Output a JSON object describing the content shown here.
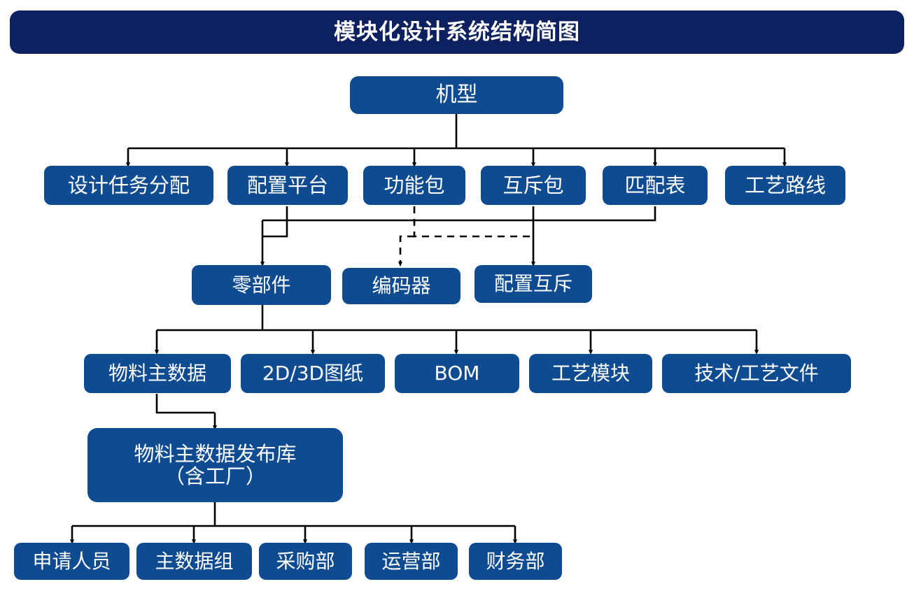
{
  "header": {
    "title": "模块化设计系统结构简图",
    "bar_color": "#0d2060",
    "text_color": "#ffffff"
  },
  "theme": {
    "node_fill": "#0e4b91",
    "node_text": "#ffffff",
    "edge_color": "#000000",
    "background": "#ffffff"
  },
  "diagram": {
    "type": "hierarchy-tree",
    "root": {
      "id": "jixing",
      "label": "机型"
    },
    "levels": [
      {
        "name": "level-1",
        "nodes": [
          {
            "id": "sheji-renwu-fenpei",
            "label": "设计任务分配"
          },
          {
            "id": "peizhi-pingtai",
            "label": "配置平台"
          },
          {
            "id": "gongneng-bao",
            "label": "功能包"
          },
          {
            "id": "huchi-bao",
            "label": "互斥包"
          },
          {
            "id": "pipei-biao",
            "label": "匹配表"
          },
          {
            "id": "gongyi-luxian",
            "label": "工艺路线"
          }
        ]
      },
      {
        "name": "level-2",
        "nodes": [
          {
            "id": "lingbujian",
            "label": "零部件"
          },
          {
            "id": "bianmaqi",
            "label": "编码器"
          },
          {
            "id": "peizhi-huchi",
            "label": "配置互斥"
          }
        ]
      },
      {
        "name": "level-3",
        "nodes": [
          {
            "id": "wuliao-zhu-shuju",
            "label": "物料主数据"
          },
          {
            "id": "tuzhi-2d3d",
            "label": "2D/3D图纸"
          },
          {
            "id": "bom",
            "label": "BOM"
          },
          {
            "id": "gongyi-mokuai",
            "label": "工艺模块"
          },
          {
            "id": "jishu-gongyi-wenjian",
            "label": "技术/工艺文件"
          }
        ]
      },
      {
        "name": "level-4",
        "nodes": [
          {
            "id": "wuliao-fabu-ku",
            "label": "物料主数据发布库\n（含工厂）"
          }
        ]
      },
      {
        "name": "level-5",
        "nodes": [
          {
            "id": "shenqing-renyuan",
            "label": "申请人员"
          },
          {
            "id": "zhu-shuju-zu",
            "label": "主数据组"
          },
          {
            "id": "caigou-bu",
            "label": "采购部"
          },
          {
            "id": "yunying-bu",
            "label": "运营部"
          },
          {
            "id": "caiwu-bu",
            "label": "财务部"
          }
        ]
      }
    ],
    "edges": [
      {
        "from": "jixing",
        "to": "sheji-renwu-fenpei",
        "style": "solid"
      },
      {
        "from": "jixing",
        "to": "peizhi-pingtai",
        "style": "solid"
      },
      {
        "from": "jixing",
        "to": "gongneng-bao",
        "style": "solid"
      },
      {
        "from": "jixing",
        "to": "huchi-bao",
        "style": "solid"
      },
      {
        "from": "jixing",
        "to": "pipei-biao",
        "style": "solid"
      },
      {
        "from": "jixing",
        "to": "gongyi-luxian",
        "style": "solid"
      },
      {
        "from": "peizhi-pingtai",
        "to": "lingbujian",
        "style": "solid"
      },
      {
        "from": "gongneng-bao",
        "to": "bianmaqi",
        "style": "dashed"
      },
      {
        "from": "huchi-bao",
        "to": "peizhi-huchi",
        "style": "solid"
      },
      {
        "from": "pipei-biao",
        "to": "peizhi-huchi",
        "style": "solid"
      },
      {
        "from": "lingbujian",
        "to": "wuliao-zhu-shuju",
        "style": "solid"
      },
      {
        "from": "lingbujian",
        "to": "tuzhi-2d3d",
        "style": "solid"
      },
      {
        "from": "lingbujian",
        "to": "bom",
        "style": "solid"
      },
      {
        "from": "lingbujian",
        "to": "gongyi-mokuai",
        "style": "solid"
      },
      {
        "from": "lingbujian",
        "to": "jishu-gongyi-wenjian",
        "style": "solid"
      },
      {
        "from": "wuliao-zhu-shuju",
        "to": "wuliao-fabu-ku",
        "style": "solid"
      },
      {
        "from": "wuliao-fabu-ku",
        "to": "shenqing-renyuan",
        "style": "solid"
      },
      {
        "from": "wuliao-fabu-ku",
        "to": "zhu-shuju-zu",
        "style": "solid"
      },
      {
        "from": "wuliao-fabu-ku",
        "to": "caigou-bu",
        "style": "solid"
      },
      {
        "from": "wuliao-fabu-ku",
        "to": "yunying-bu",
        "style": "solid"
      },
      {
        "from": "wuliao-fabu-ku",
        "to": "caiwu-bu",
        "style": "solid"
      }
    ]
  }
}
